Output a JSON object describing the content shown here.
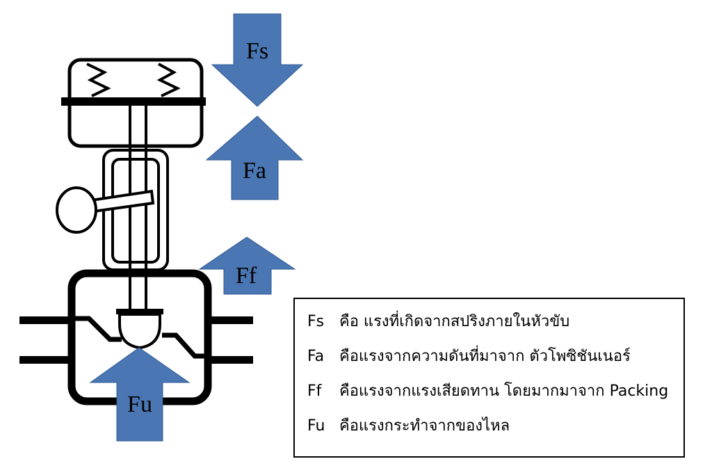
{
  "diagram": {
    "arrow_color": "#4a76b3",
    "forces": [
      {
        "id": "fs",
        "label": "Fs",
        "direction": "down"
      },
      {
        "id": "fa",
        "label": "Fa",
        "direction": "up"
      },
      {
        "id": "ff",
        "label": "Ff",
        "direction": "up"
      },
      {
        "id": "fu",
        "label": "Fu",
        "direction": "up"
      }
    ]
  },
  "legend": {
    "items": [
      {
        "key": "Fs",
        "text": "คือ แรงที่เกิดจากสปริงภายในหัวขับ"
      },
      {
        "key": "Fa",
        "text": "คือแรงจากความดันที่มาจาก ตัวโพซิชันเนอร์"
      },
      {
        "key": "Ff",
        "text": "คือแรงจากแรงเสียดทาน โดยมากมาจาก Packing"
      },
      {
        "key": "Fu",
        "text": "คือแรงกระทำจากของไหล"
      }
    ]
  }
}
